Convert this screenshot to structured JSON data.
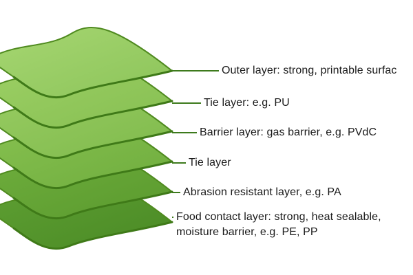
{
  "diagram": {
    "colors": {
      "outline": "#4f8a1f",
      "leader_line": "#3d7a1c",
      "text": "#1a1a1a"
    },
    "layers": [
      {
        "id": "outer",
        "label": "Outer layer: strong, printable surfac",
        "fill_top": "#a6d671",
        "fill_bottom": "#8cc45a"
      },
      {
        "id": "tie-1",
        "label": "Tie layer: e.g. PU",
        "fill_top": "#9dd065",
        "fill_bottom": "#86bf52"
      },
      {
        "id": "barrier",
        "label": "Barrier layer: gas barrier, e.g. PVdC",
        "fill_top": "#98cc62",
        "fill_bottom": "#7fba4c"
      },
      {
        "id": "tie-2",
        "label": "Tie layer",
        "fill_top": "#87c150",
        "fill_bottom": "#6fad3e"
      },
      {
        "id": "abrasion",
        "label": "Abrasion resistant  layer, e.g.  PA",
        "fill_top": "#6fae3d",
        "fill_bottom": "#5a9a2e"
      },
      {
        "id": "food-contact",
        "label_line1": "Food contact layer: strong, heat sealable,",
        "label_line2": "moisture barrier, e.g. PE, PP",
        "fill_top": "#5fa033",
        "fill_bottom": "#4a8a25"
      }
    ]
  }
}
